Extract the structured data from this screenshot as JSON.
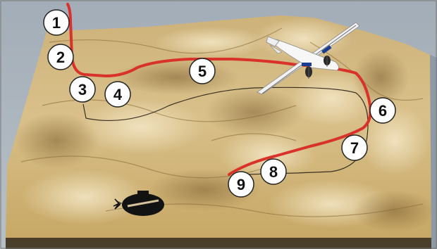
{
  "scene": {
    "description_colors": {
      "sky": "#a9b3bc",
      "terrain_light": "#d8bf86",
      "terrain_mid": "#b99a5c",
      "terrain_dark": "#8a6d3c",
      "flight_path": "#d8322a",
      "ground_track": "#3a3020",
      "marker_fill": "#ffffff",
      "marker_stroke": "#222222",
      "aircraft": "#f4f4f4",
      "aircraft_accent": "#1a3d8f"
    }
  },
  "waypoints": [
    {
      "label": "1"
    },
    {
      "label": "2"
    },
    {
      "label": "3"
    },
    {
      "label": "4"
    },
    {
      "label": "5"
    },
    {
      "label": "6"
    },
    {
      "label": "7"
    },
    {
      "label": "8"
    },
    {
      "label": "9"
    }
  ],
  "icons": {
    "aircraft": "aircraft-icon",
    "shadow": "aircraft-shadow-icon"
  }
}
